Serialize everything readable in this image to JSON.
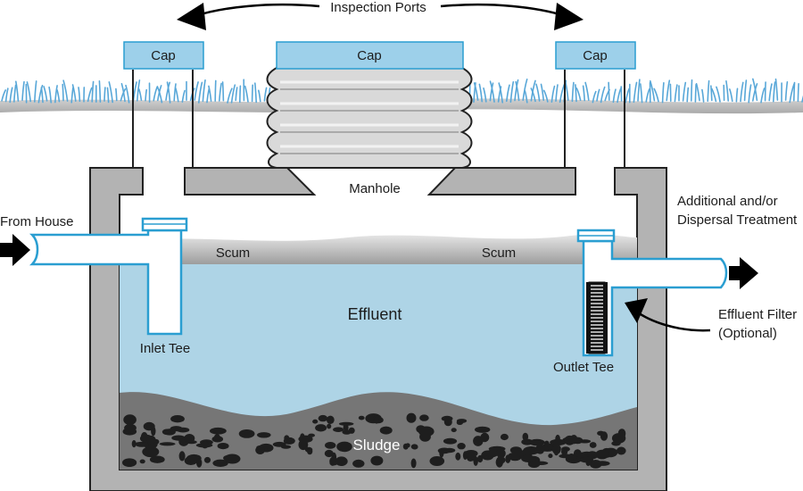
{
  "labels": {
    "inspection_ports": "Inspection Ports",
    "cap_left": "Cap",
    "cap_center": "Cap",
    "cap_right": "Cap",
    "manhole": "Manhole",
    "from_house": "From House",
    "treatment_line1": "Additional and/or",
    "treatment_line2": "Dispersal Treatment",
    "scum_left": "Scum",
    "scum_right": "Scum",
    "effluent": "Effluent",
    "inlet_tee": "Inlet Tee",
    "outlet_tee": "Outlet Tee",
    "filter_line1": "Effluent Filter",
    "filter_line2": "(Optional)",
    "sludge": "Sludge"
  },
  "colors": {
    "tank_concrete": "#b3b3b3",
    "effluent": "#aed4e6",
    "pipe_outline": "#2a9ed1",
    "cap_fill": "#9dd0ea",
    "grass": "#58a7d8",
    "ground": "#bdbdbd",
    "scum": "#b5b5b5",
    "sludge": "#767676",
    "stones": "#1e1e1e",
    "arrows": "#000000"
  }
}
